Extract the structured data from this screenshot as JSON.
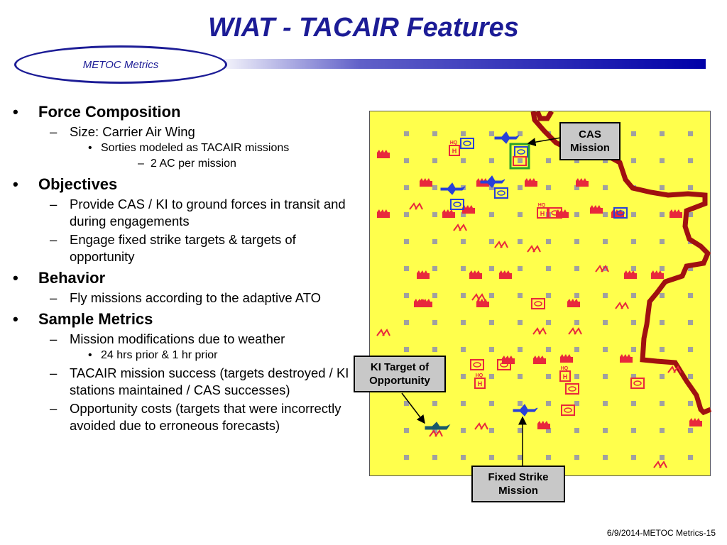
{
  "title": "WIAT - TACAIR Features",
  "logo_text": "METOC Metrics",
  "bullets": {
    "force": {
      "heading": "Force Composition",
      "size": "Size: Carrier Air Wing",
      "sorties": "Sorties modeled as TACAIR missions",
      "ac": "2 AC per mission"
    },
    "objectives": {
      "heading": "Objectives",
      "cas_ki": "Provide CAS / KI to ground forces in transit and during engagements",
      "engage": "Engage fixed strike targets & targets of opportunity"
    },
    "behavior": {
      "heading": "Behavior",
      "fly": "Fly missions according to the adaptive ATO"
    },
    "metrics": {
      "heading": "Sample Metrics",
      "mods": "Mission modifications due to weather",
      "prior": "24 hrs prior & 1 hr prior",
      "success": "TACAIR mission success (targets destroyed / KI stations maintained / CAS successes)",
      "cost": "Opportunity costs (targets that were incorrectly avoided due to erroneous forecasts)"
    }
  },
  "callouts": {
    "cas": "CAS Mission",
    "ki": "KI Target of Opportunity",
    "fixed": "Fixed Strike Mission"
  },
  "map_icon_labels": {
    "hq": "HQ",
    "h": "H"
  },
  "colors": {
    "title": "#1c1c96",
    "map_bg": "#ffff4c",
    "unit_red": "#e8283c",
    "unit_blue": "#2840d8",
    "border_line": "#a01010",
    "cas_highlight": "#2aa02a"
  },
  "footer": "6/9/2014-METOC Metrics-15"
}
